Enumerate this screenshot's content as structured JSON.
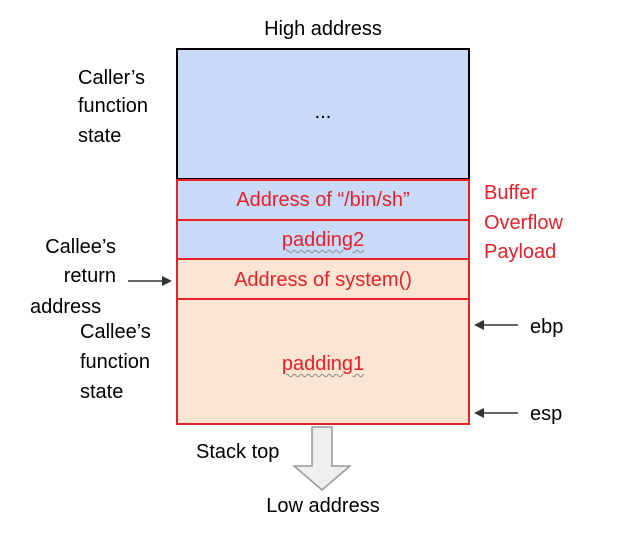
{
  "labels": {
    "high_address": "High address",
    "low_address": "Low address",
    "stack_top": "Stack top",
    "caller_state": [
      "Caller’s",
      "function",
      "state"
    ],
    "callee_return": [
      "Callee’s",
      "return",
      "address"
    ],
    "callee_state": [
      "Callee’s",
      "function",
      "state"
    ],
    "payload": [
      "Buffer",
      "Overflow",
      "Payload"
    ],
    "ebp": "ebp",
    "esp": "esp"
  },
  "blocks": {
    "caller": "...",
    "binsh": "Address of “/bin/sh”",
    "padding2": "padding2",
    "system": "Address of system()",
    "padding1": "padding1"
  },
  "colors": {
    "caller_fill": "#c9daf8",
    "payload_blue_fill": "#c9daf8",
    "callee_fill": "#fce5d2",
    "red": "#e8202a",
    "border_dark": "#000000"
  }
}
